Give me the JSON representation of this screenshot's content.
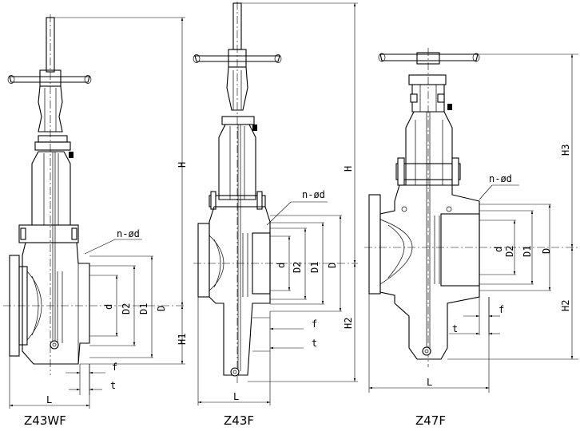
{
  "valves": [
    {
      "caption": "Z43WF",
      "labels": {
        "notation": "n-ød",
        "d": "d",
        "D2": "D2",
        "D1": "D1",
        "D": "D",
        "H": "H",
        "H1": "H1",
        "f": "f",
        "t": "t",
        "L": "L"
      }
    },
    {
      "caption": "Z43F",
      "labels": {
        "notation": "n-ød",
        "d": "d",
        "D2": "D2",
        "D1": "D1",
        "D": "D",
        "H": "H",
        "H2": "H2",
        "f": "f",
        "t": "t",
        "L": "L"
      }
    },
    {
      "caption": "Z47F",
      "labels": {
        "notation": "n-ød",
        "d": "d",
        "D2": "D2",
        "D1": "D1",
        "D": "D",
        "H3": "H3",
        "H2": "H2",
        "f": "f",
        "t": "t",
        "L": "L"
      }
    }
  ]
}
